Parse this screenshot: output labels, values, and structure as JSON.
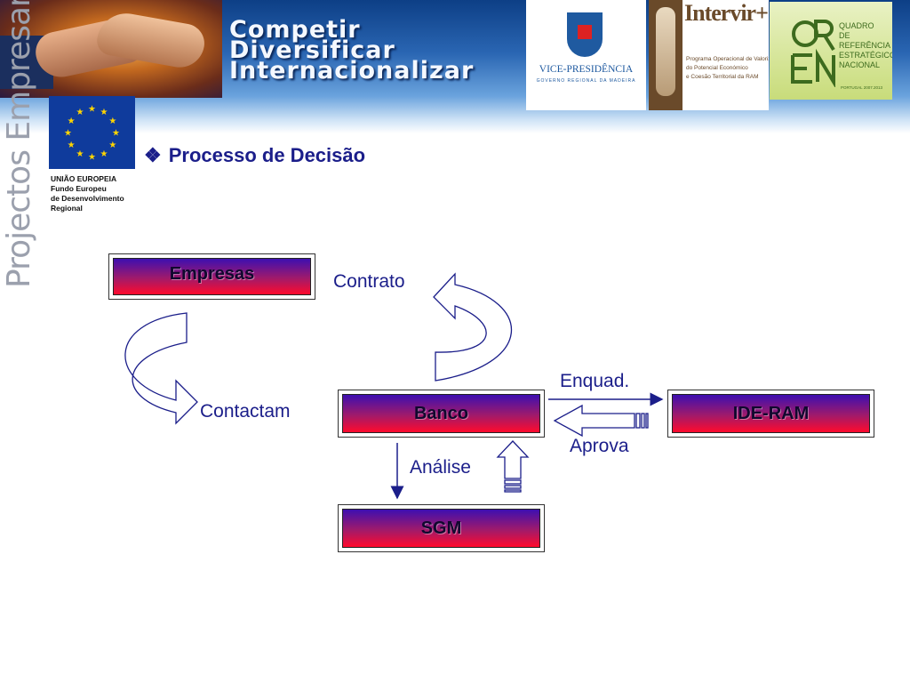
{
  "banner": {
    "headline_lines": [
      "Competir",
      "Diversificar",
      "Internacionalizar"
    ],
    "vp_logo": {
      "title": "VICE-PRESIDÊNCIA",
      "subtitle": "GOVERNO REGIONAL DA MADEIRA"
    },
    "intervir_logo": {
      "title": "Intervir+",
      "description_lines": [
        "Programa Operacional de Valorização",
        "do Potencial Económico",
        "e Coesão Territorial da RAM"
      ]
    },
    "qren_logo": {
      "lines": [
        "QUADRO",
        "DE REFERÊNCIA",
        "ESTRATÉGICO",
        "NACIONAL"
      ],
      "subtitle": "PORTUGAL 2007.2013"
    }
  },
  "sidebar": {
    "vertical_title": "Projectos Empresariais",
    "eu_label_lines": [
      "UNIÃO EUROPEIA",
      "Fundo Europeu",
      "de Desenvolvimento",
      "Regional"
    ]
  },
  "slide": {
    "bullet": "❖",
    "title": "Processo de Decisão"
  },
  "diagram": {
    "nodes": {
      "empresas": "Empresas",
      "banco": "Banco",
      "ide_ram": "IDE-RAM",
      "sgm": "SGM"
    },
    "labels": {
      "contrato": "Contrato",
      "contactam": "Contactam",
      "enquad": "Enquad.",
      "aprova": "Aprova",
      "analise": "Análise"
    },
    "colors": {
      "node_top": "#3d0fb0",
      "node_bottom": "#ff0a2c",
      "text": "#1b1e8a",
      "arrow": "#1b1e8a"
    }
  }
}
